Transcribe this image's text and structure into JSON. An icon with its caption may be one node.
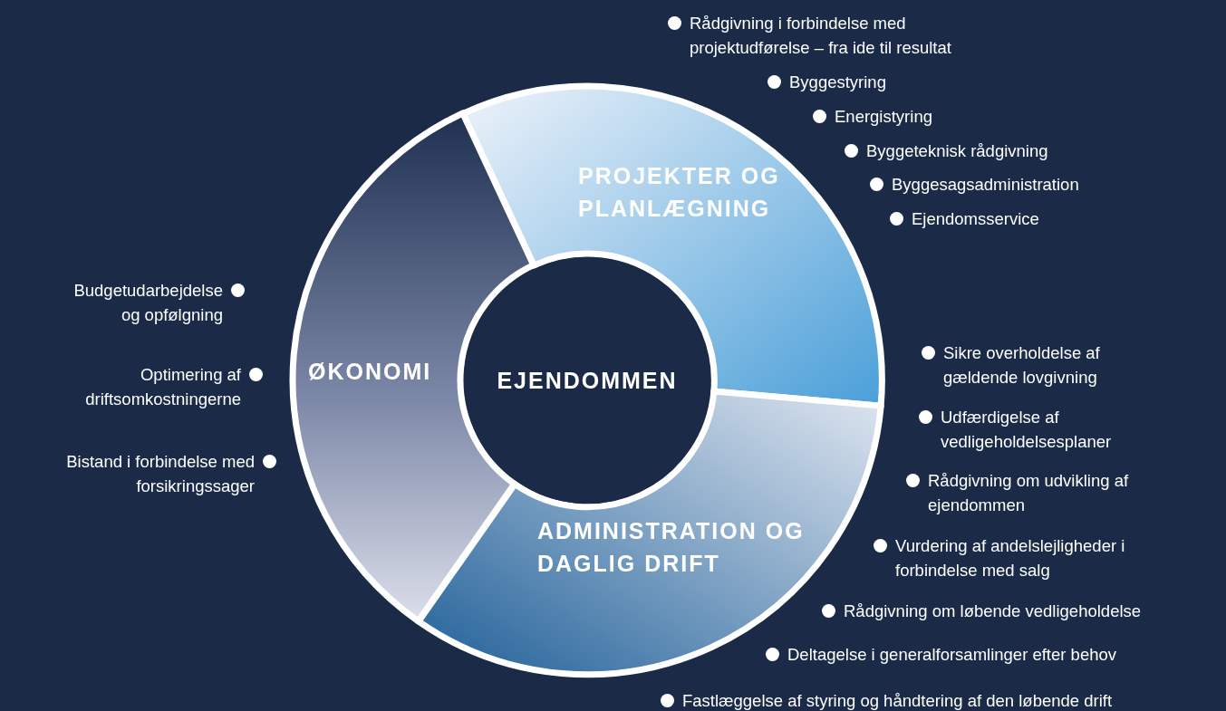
{
  "diagram": {
    "nodes": [
      {
        "text": [
          "PROJEKTER OG PLANLÆGNING"
        ]
      },
      {
        "text": [
          "ØKONOMI"
        ]
      },
      {
        "text": [
          "EJENDOMMEN"
        ]
      },
      {
        "text": [
          "ADMINISTRATION OG DAGLIG DRIFT"
        ]
      }
    ],
    "labels": [
      "Rådgivning i forbindelse med projektudførelse – fra ide til resultat",
      "Byggestyring",
      "Energistyring",
      "Byggeteknisk rådgivning",
      "Byggesagsadministration",
      "Ejendomsservice",
      "Budgetudarbejdelse og opfølgning",
      "Optimering af driftsomkostningerne",
      "Bistand i forbindelse med forsikringssager",
      "Sikre overholdelse af gældende lovgivning",
      "Udfærdigelse af vedligeholdelsesplaner",
      "Rådgivning om udvikling af ejendommen",
      "Vurdering af andelslejligheder i forbindelse med salg",
      "Rådgivning om løbende vedligeholdelse",
      "Deltagelse i generalforsamlinger efter behov",
      "Fastlæggelse af styring og håndtering af den løbende drift"
    ]
  }
}
